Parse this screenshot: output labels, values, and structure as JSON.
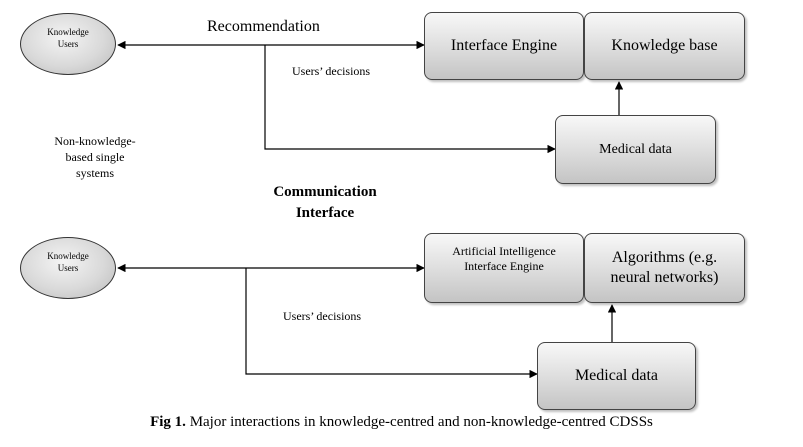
{
  "top": {
    "user_label": "Knowledge\nUsers",
    "recommendation": "Recommendation",
    "interface_engine": "Interface Engine",
    "knowledge_base": "Knowledge base",
    "users_decisions": "Users’ decisions",
    "medical_data": "Medical data"
  },
  "side_note": "Non-knowledge-\nbased single\nsystems",
  "communication_interface": "Communication\nInterface",
  "bottom": {
    "user_label": "Knowledge\nUsers",
    "ai_engine": "Artificial Intelligence\nInterface Engine",
    "algorithms": "Algorithms (e.g.\nneural networks)",
    "users_decisions": "Users’ decisions",
    "medical_data": "Medical data"
  },
  "caption": {
    "prefix": "Fig 1.",
    "text": " Major interactions in knowledge-centred and non-knowledge-centred CDSSs"
  }
}
